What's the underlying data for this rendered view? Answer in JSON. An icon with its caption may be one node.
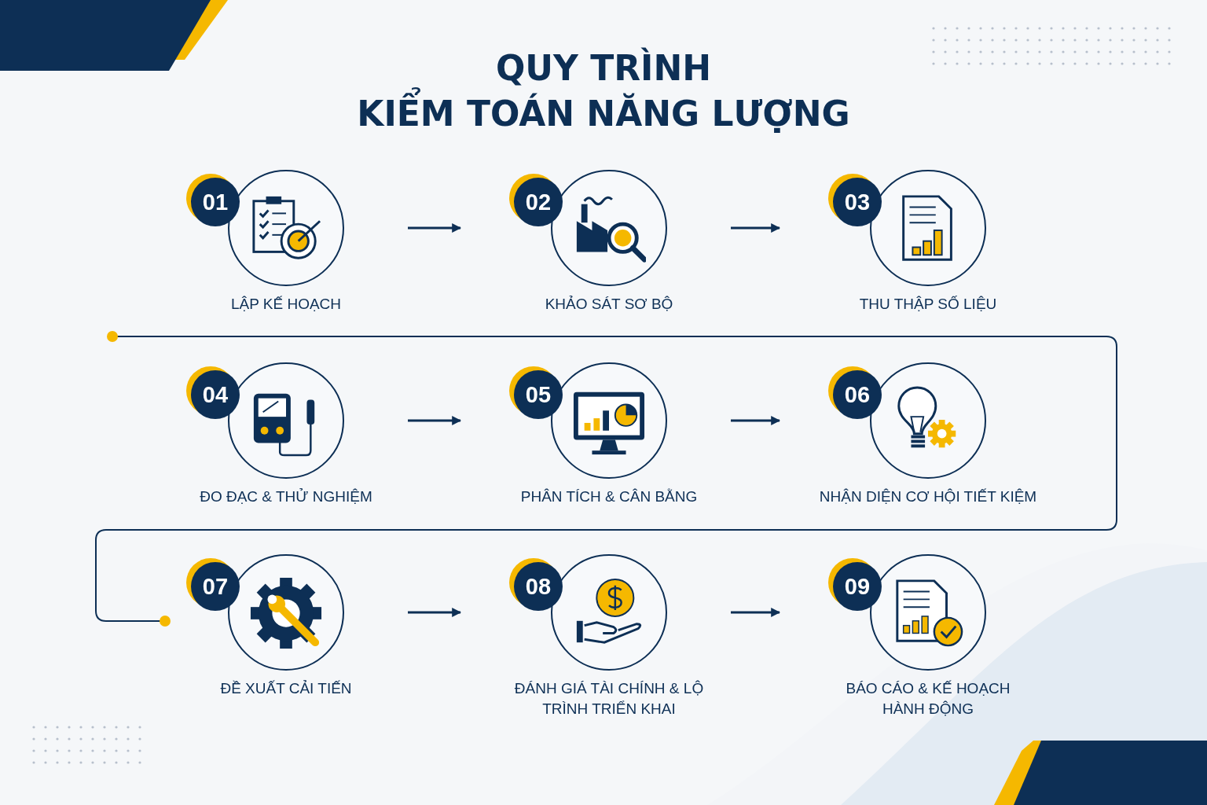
{
  "diagram": {
    "title": "QUY TRÌNH KIỂM TOÁN NĂNG LƯỢNG",
    "nodes": [
      {
        "text": [
          "01",
          "LẬP KẾ HOẠCH"
        ]
      },
      {
        "text": [
          "02",
          "KHẢO SÁT SƠ BỘ"
        ]
      },
      {
        "text": [
          "03",
          "THU THẬP SỐ LIỆU"
        ]
      },
      {
        "text": [
          "04",
          "ĐO ĐẠC & THỬ NGHIỆM"
        ]
      },
      {
        "text": [
          "05",
          "PHÂN TÍCH & CÂN BẰNG"
        ]
      },
      {
        "text": [
          "06",
          "NHẬN DIỆN CƠ HỘI TIẾT KIỆM"
        ]
      },
      {
        "text": [
          "07",
          "ĐỀ XUẤT CẢI TIẾN"
        ]
      },
      {
        "text": [
          "08",
          "ĐÁNH GIÁ TÀI CHÍNH & LỘ TRÌNH TRIỂN KHAI"
        ]
      },
      {
        "text": [
          "09",
          "BÁO CÁO & KẾ HOẠCH HÀNH ĐỘNG"
        ]
      }
    ],
    "edges": [
      {
        "from": 0,
        "to": 1,
        "arrow": "to"
      },
      {
        "from": 1,
        "to": 2,
        "arrow": "to"
      },
      {
        "from": 3,
        "to": 4,
        "arrow": "to"
      },
      {
        "from": 4,
        "to": 5,
        "arrow": "to"
      },
      {
        "from": 6,
        "to": 7,
        "arrow": "to"
      },
      {
        "from": 7,
        "to": 8,
        "arrow": "to"
      }
    ]
  }
}
